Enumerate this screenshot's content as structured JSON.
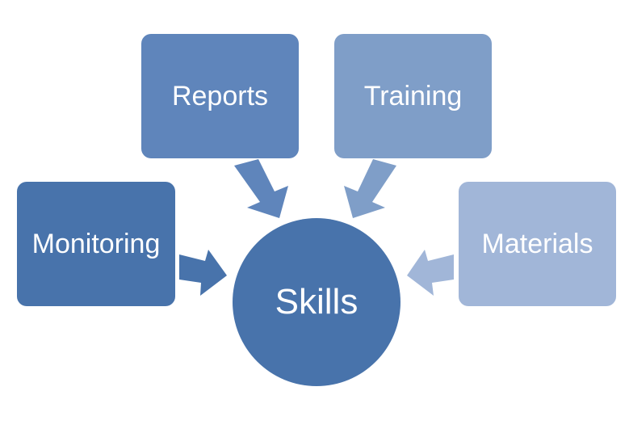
{
  "center": {
    "label": "Skills",
    "color": "#4873ab"
  },
  "nodes": [
    {
      "id": "reports",
      "label": "Reports",
      "color": "#5f85bb"
    },
    {
      "id": "training",
      "label": "Training",
      "color": "#7f9ec8"
    },
    {
      "id": "monitoring",
      "label": "Monitoring",
      "color": "#4873ab"
    },
    {
      "id": "materials",
      "label": "Materials",
      "color": "#a1b6d8"
    }
  ]
}
